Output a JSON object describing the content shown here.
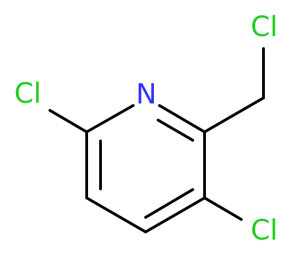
{
  "atoms": {
    "n1": "N",
    "cl_methyl": "Cl",
    "cl_ring6": "Cl",
    "cl_ring3": "Cl"
  },
  "colors": {
    "bond": "#000000",
    "nitrogen": "#3333ff",
    "chlorine": "#22cc22",
    "background": "#ffffff"
  }
}
